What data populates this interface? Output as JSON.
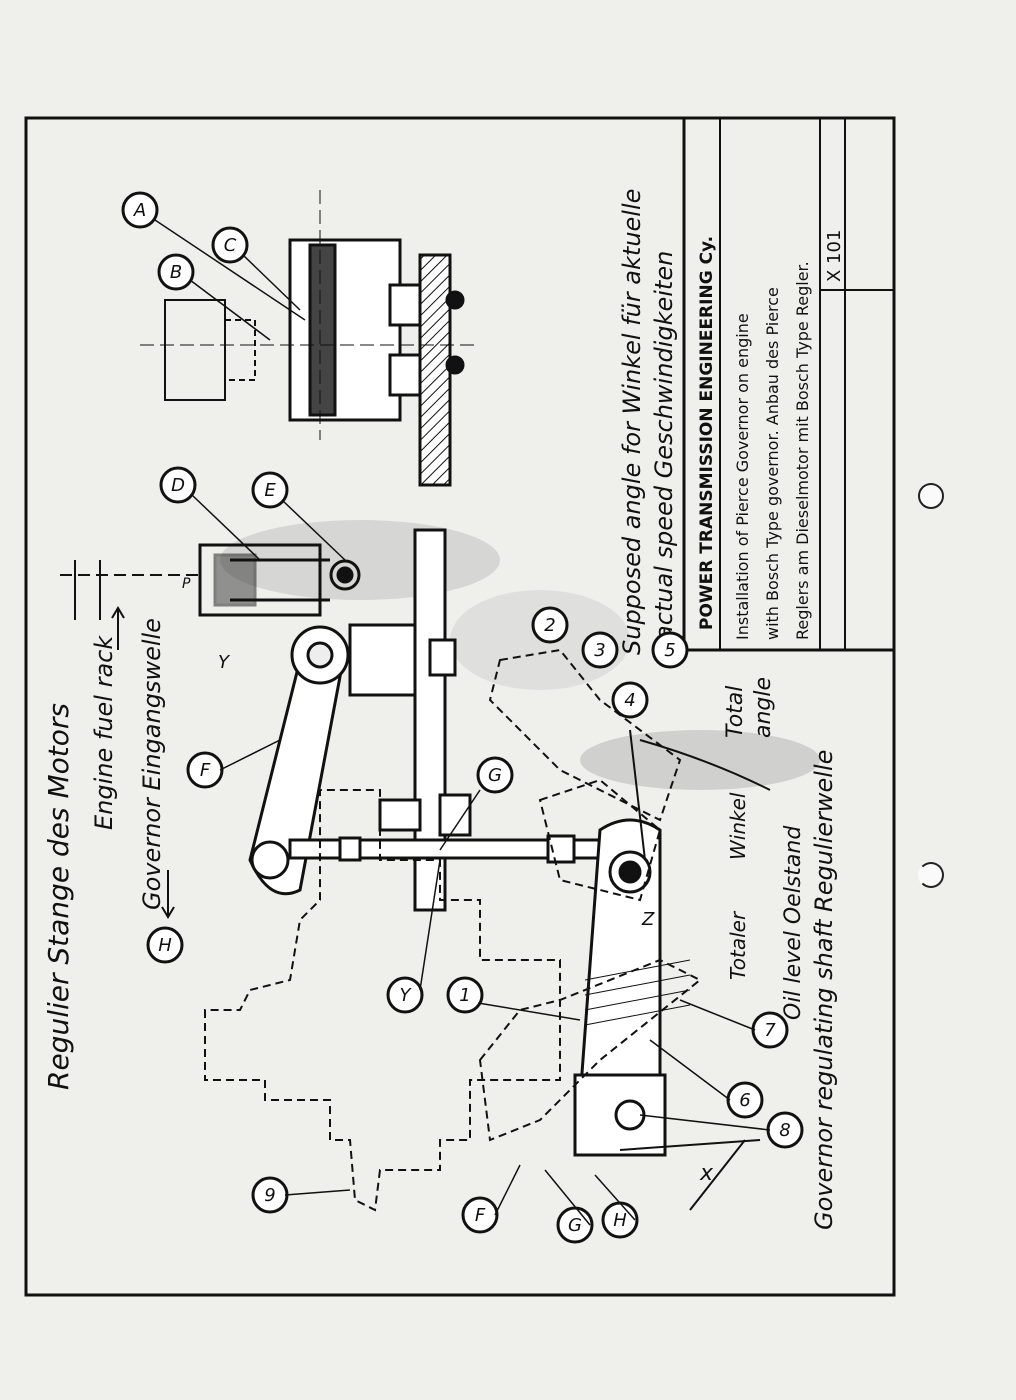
{
  "labels": {
    "regulier_stange": "Regulier Stange des Motors",
    "engine_fuel_rack": "Engine fuel rack",
    "governor_eingangswelle": "Governor Eingangswelle",
    "supposed_angle": "Supposed angle for Winkel für aktuelle",
    "actual_speed": "actual speed Geschwindigkeiten",
    "total_angle_1": "Total",
    "total_angle_2": "angle",
    "winkel": "Winkel",
    "totaler": "Totaler",
    "oil_level": "Oil level Oelstand",
    "governor_regulating_shaft": "Governor regulating shaft Regulierwelle",
    "dim_x": "x",
    "dim_y": "Y",
    "dim_z": "Z",
    "dim_p": "P"
  },
  "callouts": [
    "A",
    "B",
    "C",
    "D",
    "E",
    "F",
    "G",
    "H",
    "Y",
    "1",
    "2",
    "3",
    "4",
    "5",
    "6",
    "7",
    "8",
    "9",
    "F",
    "G",
    "H"
  ],
  "title_block": {
    "company": "POWER TRANSMISSION ENGINEERING Cy.",
    "desc_1": "Installation of Pierce Governor on engine",
    "desc_2": "with Bosch Type governor. Anbau des Pierce",
    "desc_3": "Reglers am Dieselmotor mit Bosch Type Regler.",
    "drawing_no": "X 101"
  },
  "colors": {
    "ink": "#111111",
    "paper": "#efefec",
    "smudge": "#9a9a9a"
  }
}
